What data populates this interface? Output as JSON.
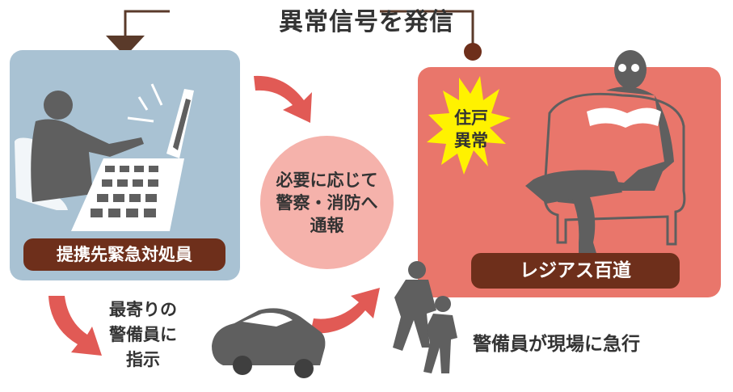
{
  "signal_label": "異常信号を発信",
  "operator": {
    "label": "提携先緊急対処員"
  },
  "residence": {
    "label": "レジアス百道"
  },
  "alert": {
    "line1": "住戸",
    "line2": "異常"
  },
  "notify": {
    "line1": "必要に応じて",
    "line2": "警察・消防へ",
    "line3": "通報"
  },
  "instruct": {
    "line1": "最寄りの",
    "line2": "警備員に",
    "line3": "指示"
  },
  "guards_text": "警備員が現場に急行",
  "colors": {
    "operator_panel": "#a9c2d3",
    "residence_panel": "#e9766b",
    "label_bar": "#6e2f1b",
    "notify_circle": "#f5b2ab",
    "arrow": "#e15a55",
    "silhouette": "#5f5f5f",
    "alert_burst": "#fff200"
  }
}
